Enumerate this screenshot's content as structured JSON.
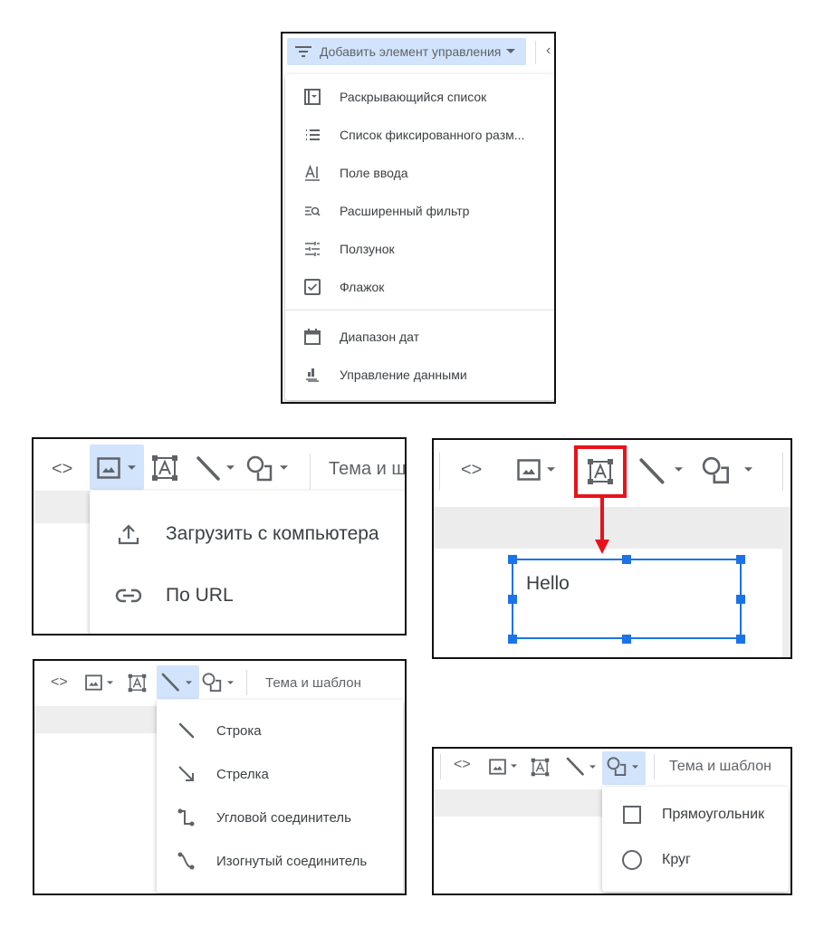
{
  "panel1": {
    "button_label": "Добавить элемент управления",
    "items": [
      {
        "label": "Раскрывающийся список",
        "icon": "dropdown-list-icon"
      },
      {
        "label": "Список фиксированного разм...",
        "icon": "fixed-list-icon"
      },
      {
        "label": "Поле ввода",
        "icon": "input-field-icon"
      },
      {
        "label": "Расширенный фильтр",
        "icon": "advanced-filter-icon"
      },
      {
        "label": "Ползунок",
        "icon": "slider-icon"
      },
      {
        "label": "Флажок",
        "icon": "checkbox-icon"
      },
      {
        "label": "Диапазон дат",
        "icon": "calendar-icon"
      },
      {
        "label": "Управление данными",
        "icon": "data-control-icon"
      }
    ]
  },
  "panel2": {
    "theme_label": "Тема и ш",
    "items": [
      {
        "label": "Загрузить с компьютера",
        "icon": "upload-icon"
      },
      {
        "label": "По URL",
        "icon": "link-icon"
      }
    ]
  },
  "panel3": {
    "textbox_text": "Hello",
    "accent": "#1a73e8",
    "highlight": "#e8121b"
  },
  "panel4": {
    "theme_label": "Тема и шаблон",
    "items": [
      {
        "label": "Строка",
        "icon": "line-icon"
      },
      {
        "label": "Стрелка",
        "icon": "arrow-icon"
      },
      {
        "label": "Угловой соединитель",
        "icon": "elbow-connector-icon"
      },
      {
        "label": "Изогнутый соединитель",
        "icon": "curved-connector-icon"
      }
    ]
  },
  "panel5": {
    "theme_label": "Тема и шаблон",
    "items": [
      {
        "label": "Прямоугольник",
        "icon": "rectangle-icon"
      },
      {
        "label": "Круг",
        "icon": "circle-icon"
      }
    ]
  }
}
